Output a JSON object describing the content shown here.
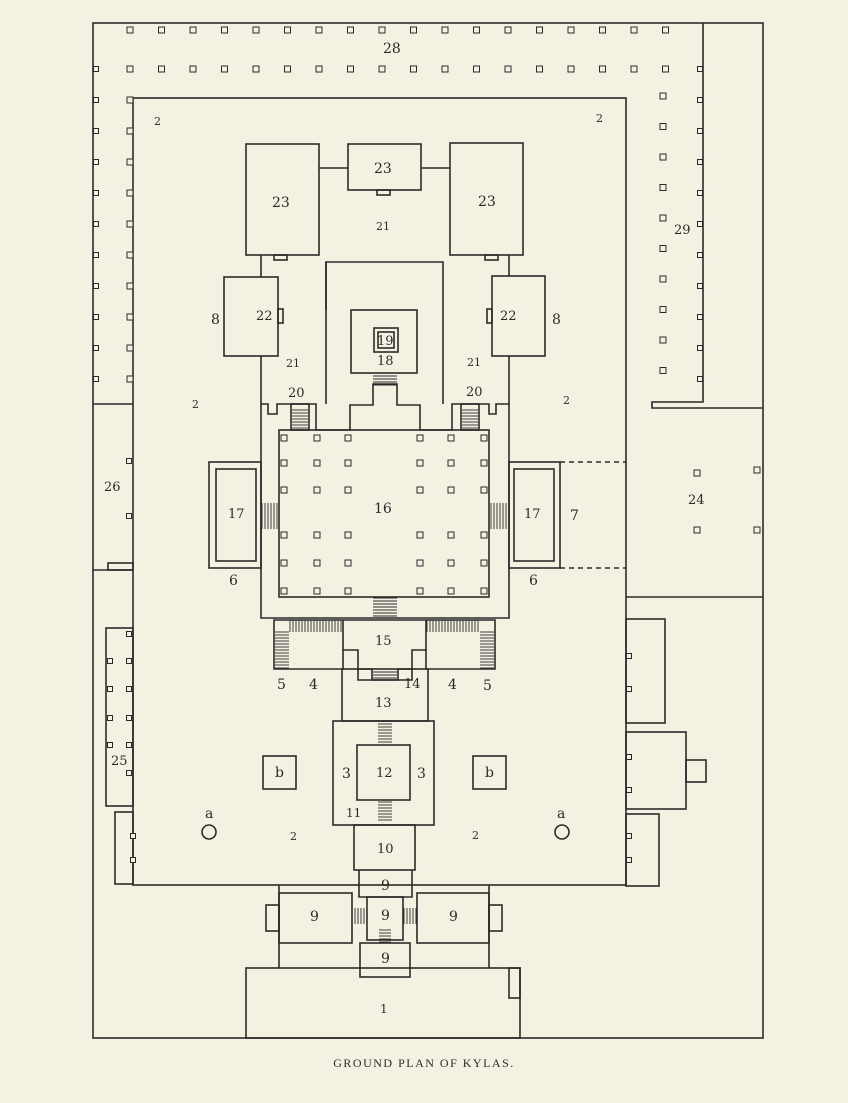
{
  "caption": "GROUND PLAN OF KYLAS.",
  "labels": {
    "l1": "1",
    "l2a": "2",
    "l2b": "2",
    "l2c": "2",
    "l2d": "2",
    "l2e": "2",
    "l2f": "2",
    "l3a": "3",
    "l3b": "3",
    "l4a": "4",
    "l4b": "4",
    "l5a": "5",
    "l5b": "5",
    "l6a": "6",
    "l6b": "6",
    "l7": "7",
    "l8a": "8",
    "l8b": "8",
    "l9a": "9",
    "l9b": "9",
    "l9c": "9",
    "l9d": "9",
    "l9e": "9",
    "l10": "10",
    "l11": "11",
    "l12": "12",
    "l13": "13",
    "l14": "14",
    "l15": "15",
    "l16": "16",
    "l17a": "17",
    "l17b": "17",
    "l18": "18",
    "l19": "19",
    "l20a": "20",
    "l20b": "20",
    "l21a": "21",
    "l21b": "21",
    "l21c": "21",
    "l22a": "22",
    "l22b": "22",
    "l23a": "23",
    "l23b": "23",
    "l23c": "23",
    "l24": "24",
    "l25": "25",
    "l26": "26",
    "l28": "28",
    "l29": "29",
    "la1": "a",
    "la2": "a",
    "lb1": "b",
    "lb2": "b"
  }
}
